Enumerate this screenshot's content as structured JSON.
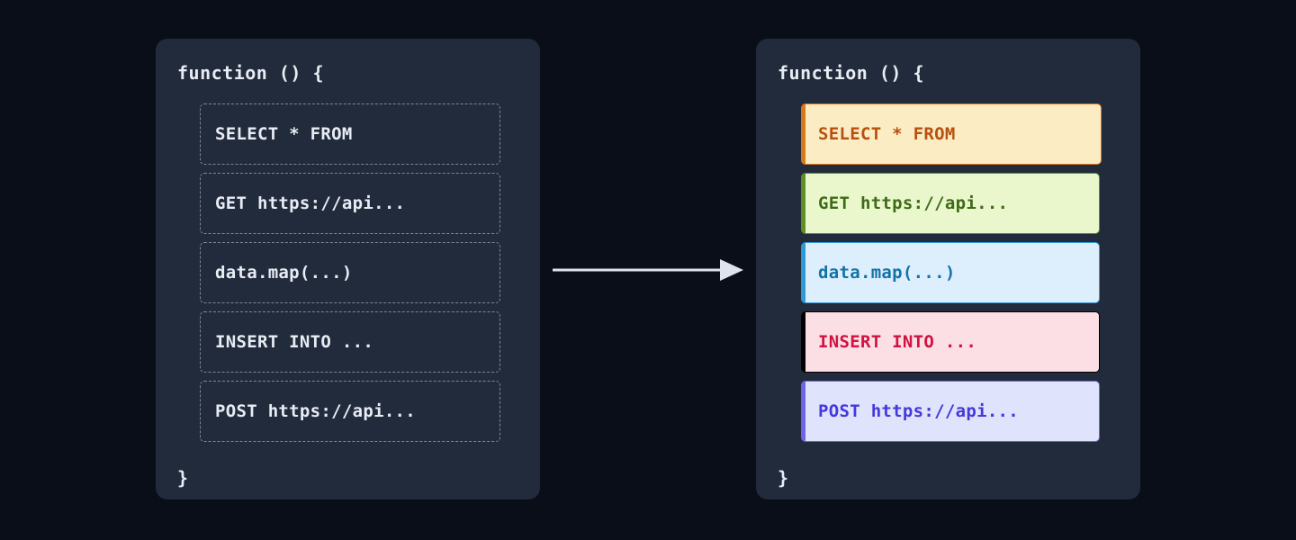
{
  "theme": {
    "page_background": "#0a0e19",
    "panel_background": "#212b3b",
    "code_text": "#e8ecf4",
    "dashed_border": "#7c8799",
    "arrow_color": "#dfe3ee"
  },
  "arrow": {
    "icon": "arrow-right-icon",
    "direction": "right",
    "color": "#dfe3ee"
  },
  "panels": {
    "before": {
      "title": "before-panel",
      "function_open": "function () {",
      "function_close": "}",
      "rows": [
        {
          "text": "SELECT * FROM"
        },
        {
          "text": "GET https://api..."
        },
        {
          "text": "data.map(...)"
        },
        {
          "text": "INSERT INTO ..."
        },
        {
          "text": "POST https://api..."
        }
      ]
    },
    "after": {
      "title": "after-panel",
      "function_open": "function () {",
      "function_close": "}",
      "rows": [
        {
          "text": "SELECT * FROM",
          "kind": "sql-select",
          "fill": "#fcecc4",
          "text_color": "#b8500f",
          "accent": "#d9781a"
        },
        {
          "text": "GET https://api...",
          "kind": "http-get",
          "fill": "#eaf7cd",
          "text_color": "#3e6b16",
          "accent": "#5f8f22"
        },
        {
          "text": "data.map(...)",
          "kind": "js-map",
          "fill": "#ddeefc",
          "text_color": "#1273a8",
          "accent": "#2f9ad4"
        },
        {
          "text": "INSERT INTO ...",
          "kind": "sql-insert",
          "fill": "#fcdfe4",
          "text_color": "#cf1241",
          "accent": "#e0days"
        },
        {
          "text": "POST https://api...",
          "kind": "http-post",
          "fill": "#dfe3fb",
          "text_color": "#4338dd",
          "accent": "#6f63e8"
        }
      ]
    }
  }
}
